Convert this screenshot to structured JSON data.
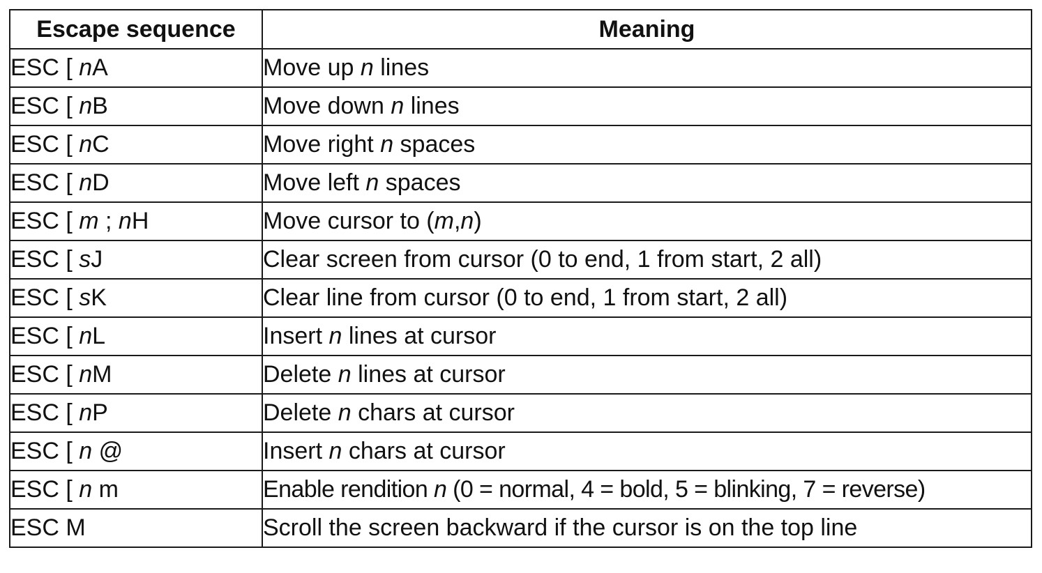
{
  "headers": {
    "sequence": "Escape sequence",
    "meaning": "Meaning"
  },
  "rows": [
    {
      "seq": [
        "ESC [ ",
        {
          "v": "n"
        },
        "A"
      ],
      "meaning": [
        "Move up ",
        {
          "v": "n"
        },
        " lines"
      ]
    },
    {
      "seq": [
        "ESC [ ",
        {
          "v": "n"
        },
        "B"
      ],
      "meaning": [
        "Move down ",
        {
          "v": "n"
        },
        " lines"
      ]
    },
    {
      "seq": [
        "ESC [ ",
        {
          "v": "n"
        },
        "C"
      ],
      "meaning": [
        "Move right ",
        {
          "v": "n"
        },
        " spaces"
      ]
    },
    {
      "seq": [
        "ESC [ ",
        {
          "v": "n"
        },
        "D"
      ],
      "meaning": [
        "Move left ",
        {
          "v": "n"
        },
        " spaces"
      ]
    },
    {
      "seq": [
        "ESC [ ",
        {
          "v": "m"
        },
        " ; ",
        {
          "v": "n"
        },
        "H"
      ],
      "meaning": [
        "Move cursor to (",
        {
          "v": "m"
        },
        ",",
        {
          "v": "n"
        },
        ")"
      ]
    },
    {
      "seq": [
        "ESC [ ",
        {
          "v": "s"
        },
        "J"
      ],
      "meaning": [
        "Clear screen from cursor (0 to end, 1 from start, 2 all)"
      ]
    },
    {
      "seq": [
        "ESC [ ",
        {
          "v": "s"
        },
        "K"
      ],
      "meaning": [
        "Clear line from cursor (0 to end, 1 from start, 2 all)"
      ]
    },
    {
      "seq": [
        "ESC [ ",
        {
          "v": "n"
        },
        "L"
      ],
      "meaning": [
        "Insert ",
        {
          "v": "n"
        },
        " lines at cursor"
      ]
    },
    {
      "seq": [
        "ESC [ ",
        {
          "v": "n"
        },
        "M"
      ],
      "meaning": [
        "Delete ",
        {
          "v": "n"
        },
        " lines at cursor"
      ]
    },
    {
      "seq": [
        "ESC [ ",
        {
          "v": "n"
        },
        "P"
      ],
      "meaning": [
        "Delete ",
        {
          "v": "n"
        },
        " chars at cursor"
      ]
    },
    {
      "seq": [
        "ESC [ ",
        {
          "v": "n"
        },
        " @"
      ],
      "meaning": [
        "Insert ",
        {
          "v": "n"
        },
        " chars at cursor"
      ]
    },
    {
      "seq": [
        "ESC [ ",
        {
          "v": "n"
        },
        " m"
      ],
      "meaning": [
        "Enable rendition ",
        {
          "v": "n"
        },
        " (0 = normal, 4 = bold, 5 = blinking, 7 = reverse)"
      ]
    },
    {
      "seq": [
        "ESC M"
      ],
      "meaning": [
        "Scroll the screen backward if the cursor is on the top line"
      ]
    }
  ]
}
